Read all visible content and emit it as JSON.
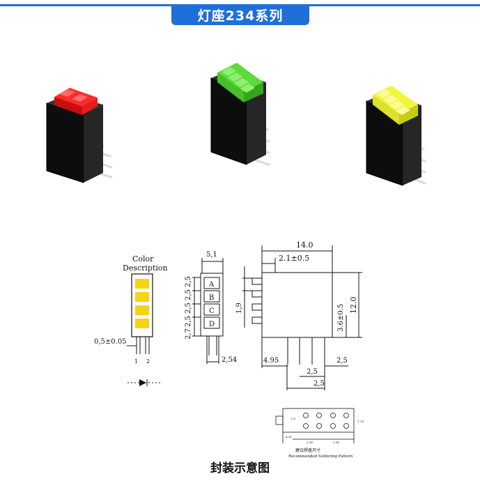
{
  "header": {
    "title": "灯座234系列"
  },
  "products": [
    {
      "name": "red",
      "color": "#ff2a2a",
      "dark": "#c80f0f",
      "slots": 2
    },
    {
      "name": "green",
      "color": "#5edb3c",
      "dark": "#35a51f",
      "slots": 4
    },
    {
      "name": "yellow",
      "color": "#f2f53a",
      "dark": "#c9cc16",
      "slots": 4
    }
  ],
  "drawing": {
    "color_title_1": "Color",
    "color_title_2": "Description",
    "swatch_color": "#f5d417",
    "pin_spacing": "0,5±0.05",
    "pin1": "1",
    "pin2": "2",
    "width_dim": "5,1",
    "slot_labels": [
      "A",
      "B",
      "C",
      "D"
    ],
    "vertical_dims": [
      "2,5",
      "2,5",
      "2,5",
      "2,5",
      "2,7"
    ],
    "pitch_dim": "2,54",
    "side_1_9": "1,9",
    "total_width": "14.0",
    "inner_width": "2.1±0.5",
    "height_12": "12.0",
    "inner_3_6": "3.6±0.5",
    "bottom_4_95": "4.95",
    "bottom_2_5_a": "2,5",
    "bottom_2_5_b": "2,5",
    "bottom_2_5_c": "2,5",
    "pcb_caption_1": "建议焊盘尺寸",
    "pcb_caption_2": "Recommended Soldering Pattern",
    "pcb_small": [
      "4.95",
      "2.54",
      "2.54",
      "0.9",
      "1.78"
    ]
  },
  "footer": {
    "caption": "封装示意图"
  }
}
